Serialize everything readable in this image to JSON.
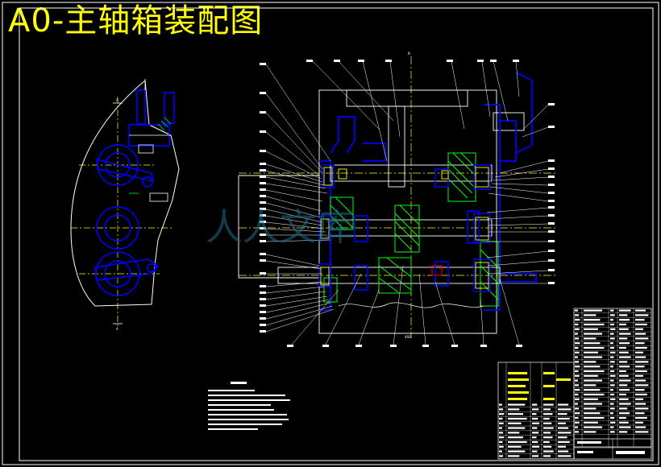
{
  "title": "A0-主轴箱装配图",
  "colors": {
    "background": "#000000",
    "frame": "#ffffff",
    "part_outline": "#0000ff",
    "centerline": "#ffff00",
    "section_hatch": "#00ff00",
    "leader_text": "#ffffff",
    "title_text": "#ffff00",
    "watermark": "#1a6e8a"
  },
  "watermark_text": "人人文库",
  "icons": {
    "table": "parts-list-table",
    "note": "technical-requirements-note",
    "view": "side-section-view"
  }
}
